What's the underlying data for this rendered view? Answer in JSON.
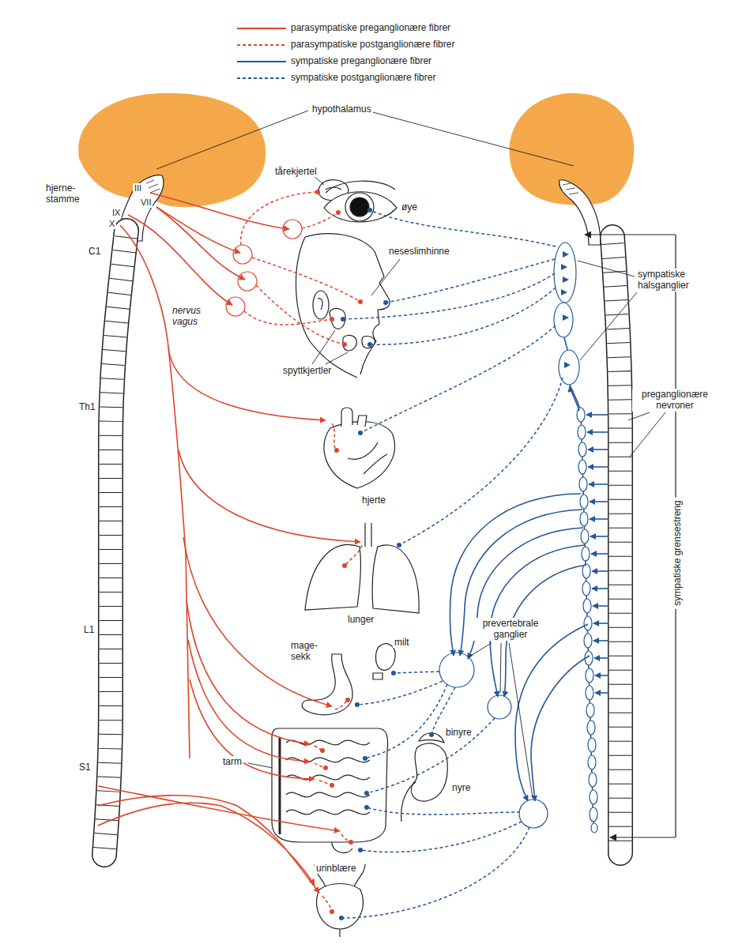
{
  "diagram": {
    "labels": [
      "hypothalamus",
      "hjerne- stamme",
      "III",
      "VII",
      "IX",
      "X",
      "C1",
      "Th1",
      "L1",
      "S1",
      "nervus vagus",
      "tårekjertel",
      "øye",
      "neseslimhinne",
      "spyttkjertler",
      "hjerte",
      "lunger",
      "mage- sekk",
      "milt",
      "tarm",
      "binyre",
      "nyre",
      "urinblære",
      "sympatiske halsganglier",
      "preganglionære nevroner",
      "sympatiske grensestreng",
      "prevertebrale ganglier"
    ],
    "legend": [
      {
        "text": "parasympatiske preganglionære fibrer"
      },
      {
        "text": "parasympatiske postganglionære fibrer"
      },
      {
        "text": "sympatiske preganglionære fibrer"
      },
      {
        "text": "sympatiske postganglionære fibrer"
      }
    ]
  }
}
